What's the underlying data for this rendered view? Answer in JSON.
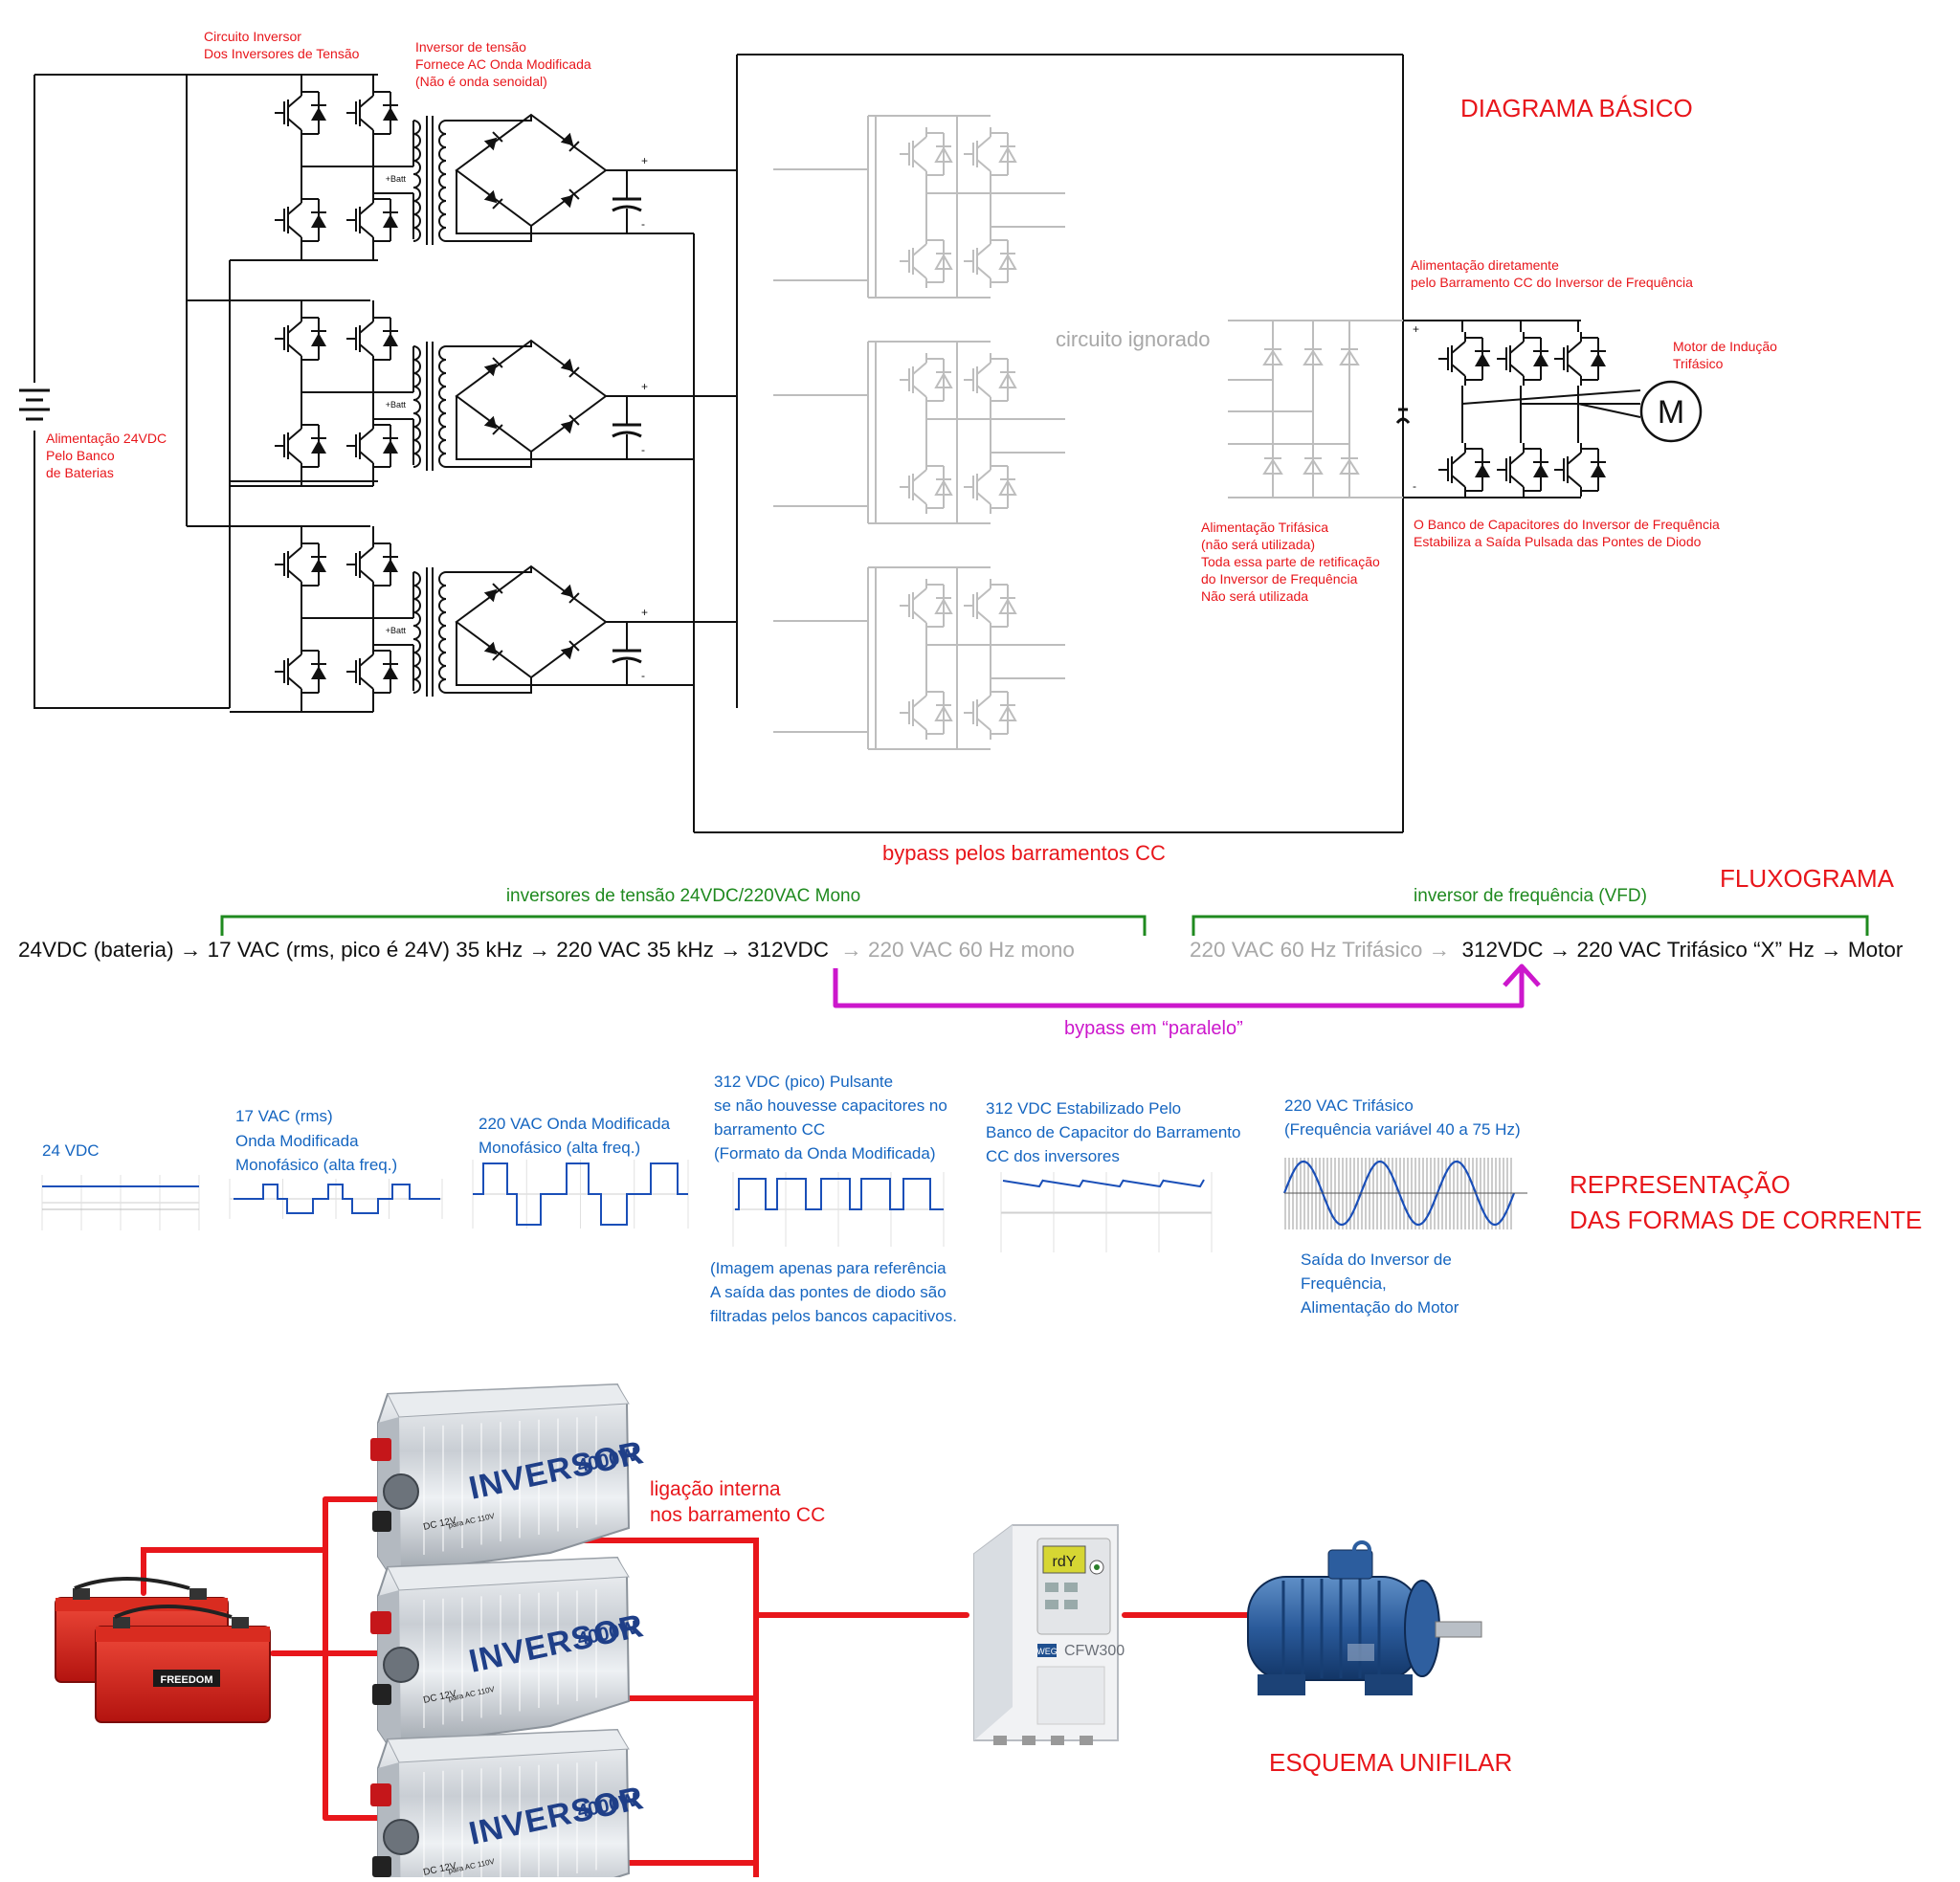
{
  "diagram": {
    "title": "DIAGRAMA BÁSICO",
    "labels": {
      "circuito_inversor": [
        "Circuito Inversor",
        "Dos Inversores de Tensão"
      ],
      "inversor_tensao": [
        "Inversor de tensão",
        "Fornece AC Onda Modificada",
        "(Não é onda senoidal)"
      ],
      "alimentacao_24": [
        "Alimentação 24VDC",
        "Pelo Banco",
        "de Baterias"
      ],
      "circuito_ignorado": "circuito ignorado",
      "alim_direta": [
        "Alimentação diretamente",
        "pelo Barramento CC do Inversor de Frequência"
      ],
      "motor": [
        "Motor de Indução",
        "Trifásico"
      ],
      "motor_symbol": "M",
      "alim_trifasica": [
        "Alimentação Trifásica",
        "(não será utilizada)",
        "Toda essa parte de retificação",
        "do Inversor de Frequência",
        "Não será utilizada"
      ],
      "banco_cap": [
        "O Banco de Capacitores do Inversor de Frequência",
        "Estabiliza a Saída Pulsada das Pontes de Diodo"
      ],
      "bypass": "bypass pelos barramentos CC",
      "plus": "+",
      "minus": "-",
      "batt": "+Batt"
    }
  },
  "flow": {
    "title": "FLUXOGRAMA",
    "group_left": "inversores de tensão 24VDC/220VAC Mono",
    "group_right": "inversor de frequência (VFD)",
    "line_black_1": "24VDC (bateria) → 17 VAC (rms, pico é 24V) 35 kHz → 220 VAC 35 kHz → 312VDC",
    "line_gray_1": "→ 220 VAC 60 Hz mono",
    "line_gray_2": "220 VAC 60 Hz Trifásico →",
    "line_black_2": "312VDC → 220 VAC Trifásico “X” Hz → Motor",
    "bypass": "bypass em “paralelo”"
  },
  "waves": {
    "title": [
      "REPRESENTAÇÃO",
      "DAS FORMAS DE CORRENTE"
    ],
    "w1": [
      "24 VDC"
    ],
    "w2": [
      "17 VAC (rms)",
      "Onda Modificada",
      "Monofásico (alta freq.)"
    ],
    "w3": [
      "220 VAC Onda Modificada",
      "Monofásico (alta freq.)"
    ],
    "w4": [
      "312 VDC (pico) Pulsante",
      "se não houvesse capacitores no",
      "barramento CC",
      "(Formato da Onda Modificada)"
    ],
    "w4_note": [
      "(Imagem apenas para referência",
      "A saída das pontes de diodo são",
      "filtradas pelos bancos capacitivos."
    ],
    "w5": [
      "312 VDC Estabilizado Pelo",
      "Banco de Capacitor do Barramento",
      "CC dos inversores"
    ],
    "w6": [
      "220 VAC Trifásico",
      "(Frequência variável 40 a 75 Hz)"
    ],
    "w6_note": [
      "Saída do Inversor de",
      "Frequência,",
      "Alimentação do Motor"
    ]
  },
  "unifilar": {
    "title": "ESQUEMA UNIFILAR",
    "link_label": [
      "ligação interna",
      "nos barramento CC"
    ],
    "inverter_brand": "INVERSOR",
    "inverter_power": "4000W",
    "inverter_spec": [
      "DC 12V",
      "para AC 110V"
    ],
    "battery_brand": "FREEDOM",
    "vfd_display": "rdY",
    "vfd_brand": "WEG",
    "vfd_model": "CFW300"
  },
  "colors": {
    "red": "#e8161b",
    "blue": "#1565c0",
    "green": "#1f8a1f",
    "magenta": "#cc17cc",
    "gray": "#a8a8a8"
  }
}
